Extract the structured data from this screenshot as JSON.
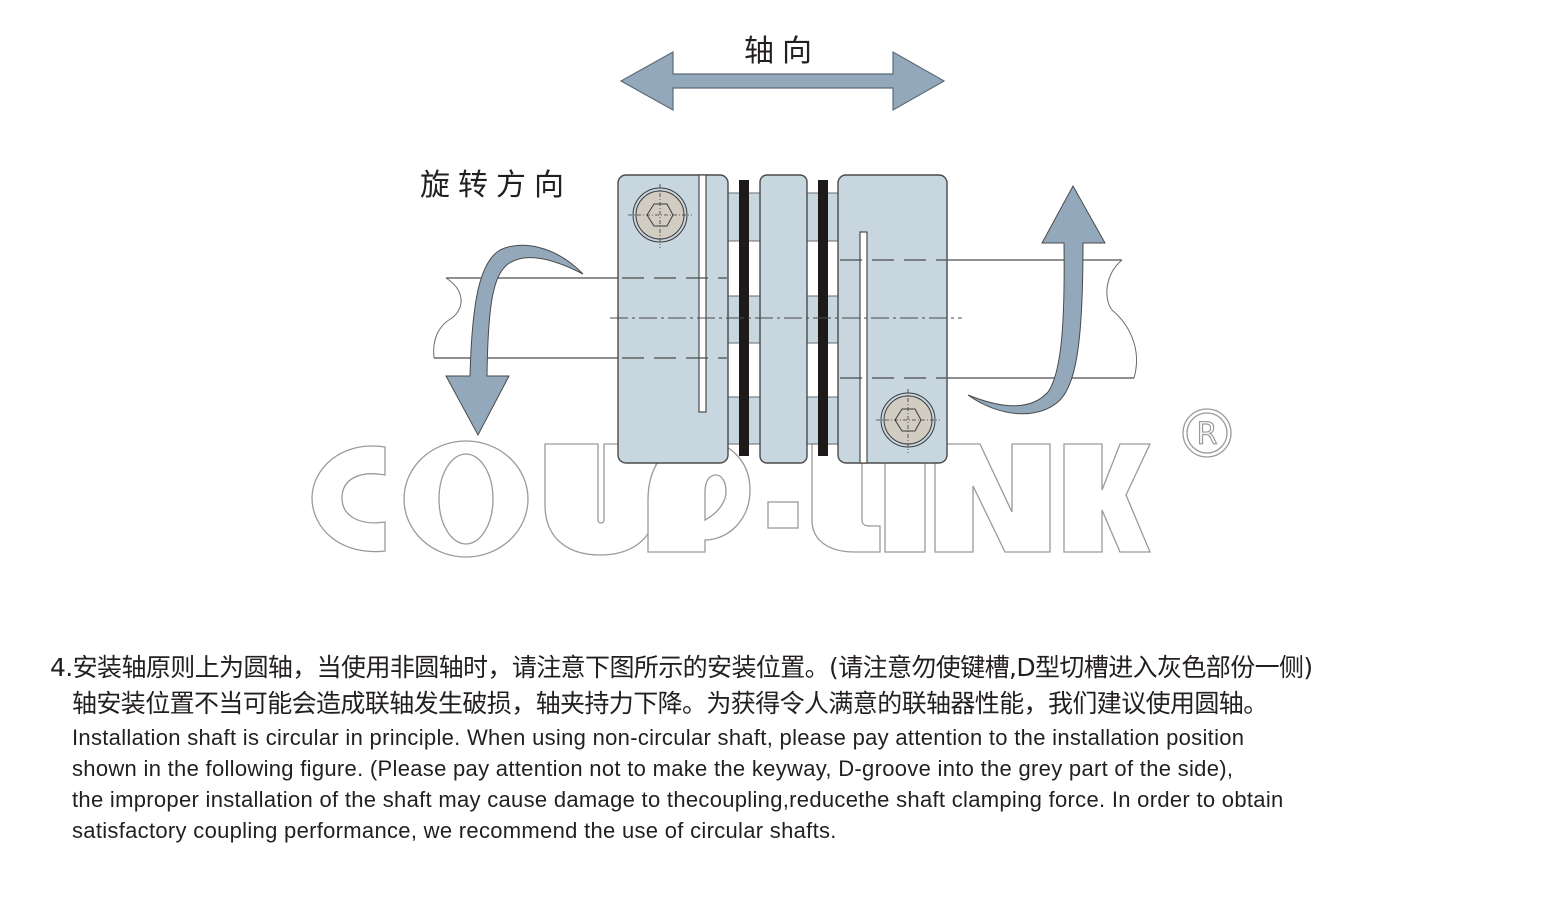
{
  "diagram": {
    "title_axial": "轴向",
    "title_rotation": "旋转方向",
    "logo_text": "COUP-LINK",
    "registered_mark": "®",
    "icons": [
      "double-arrow-icon",
      "curved-arrow-down-icon",
      "curved-arrow-up-icon",
      "hex-socket-screw-icon"
    ],
    "colors": {
      "coupling_fill": "#c8d6e0",
      "arrow_fill": "#93a9bb",
      "screw_fill": "#d2cdc3",
      "disc_fill": "#1f1a1a",
      "outline": "#4a4a4a",
      "text": "#231f20"
    }
  },
  "notes": {
    "zh_line1": "4.安装轴原则上为圆轴，当使用非圆轴时，请注意下图所示的安装位置。(请注意勿使键槽,D型切槽进入灰色部份一侧)",
    "zh_line2": "轴安装位置不当可能会造成联轴发生破损，轴夹持力下降。为获得令人满意的联轴器性能，我们建议使用圆轴。",
    "en_line1": "Installation shaft is circular in principle. When using non-circular shaft, please pay attention to the installation position",
    "en_line2": "shown in the following figure. (Please pay attention not to make the keyway, D-groove into the grey part of the side),",
    "en_line3": "the improper installation of the shaft may cause damage to thecoupling,reducethe shaft clamping force. In order to obtain",
    "en_line4": "satisfactory coupling performance, we recommend the use of circular shafts."
  }
}
